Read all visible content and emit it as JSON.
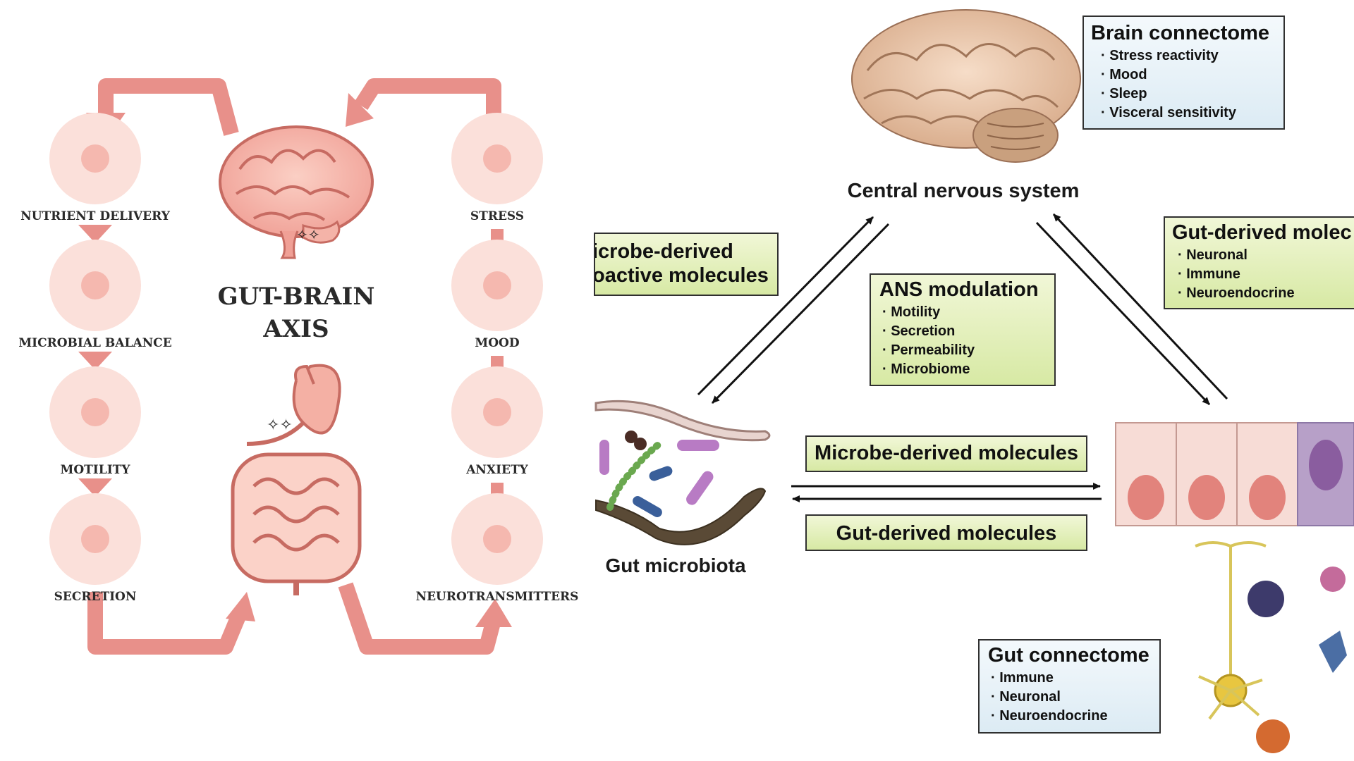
{
  "left_panel": {
    "title_line1": "GUT-BRAIN",
    "title_line2": "AXIS",
    "left_column": [
      "NUTRIENT DELIVERY",
      "MICROBIAL BALANCE",
      "MOTILITY",
      "SECRETION"
    ],
    "right_column": [
      "STRESS",
      "MOOD",
      "ANXIETY",
      "NEUROTRANSMITTERS"
    ]
  },
  "right_panel": {
    "cns_label": "Central nervous system",
    "microbiota_label": "Gut microbiota",
    "brain_connectome": {
      "title": "Brain connectome",
      "items": [
        "Stress reactivity",
        "Mood",
        "Sleep",
        "Visceral sensitivity"
      ]
    },
    "ans_modulation": {
      "title": "ANS modulation",
      "items": [
        "Motility",
        "Secretion",
        "Permeability",
        "Microbiome"
      ]
    },
    "microbe_bioactive": {
      "line1": "icrobe-derived",
      "line2": "oactive molecules"
    },
    "gut_derived_top": {
      "title": "Gut-derived molec",
      "items": [
        "Neuronal",
        "Immune",
        "Neuroendocrine"
      ]
    },
    "microbe_derived_molecules": "Microbe-derived molecules",
    "gut_derived_molecules": "Gut-derived molecules",
    "gut_connectome": {
      "title": "Gut connectome",
      "items": [
        "Immune",
        "Neuronal",
        "Neuroendocrine"
      ]
    }
  },
  "colors": {
    "arrow_pink": "#e8908a",
    "circle_pink": "#fbe0da",
    "box_green": "#d7e9a4",
    "box_blue": "#dcebf4"
  }
}
